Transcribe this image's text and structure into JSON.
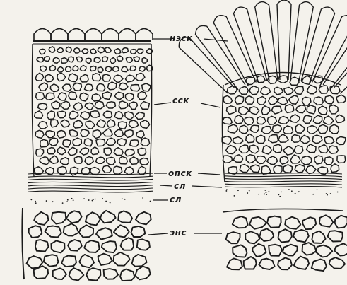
{
  "labels": {
    "nesk": "нэск",
    "ssk": "сск",
    "opsk": "опск",
    "sl_upper": "сл",
    "sl_lower": "сл",
    "ens": "энс"
  },
  "colors": {
    "ink": "#1b1b1b",
    "paper": "#f4f2ec"
  }
}
